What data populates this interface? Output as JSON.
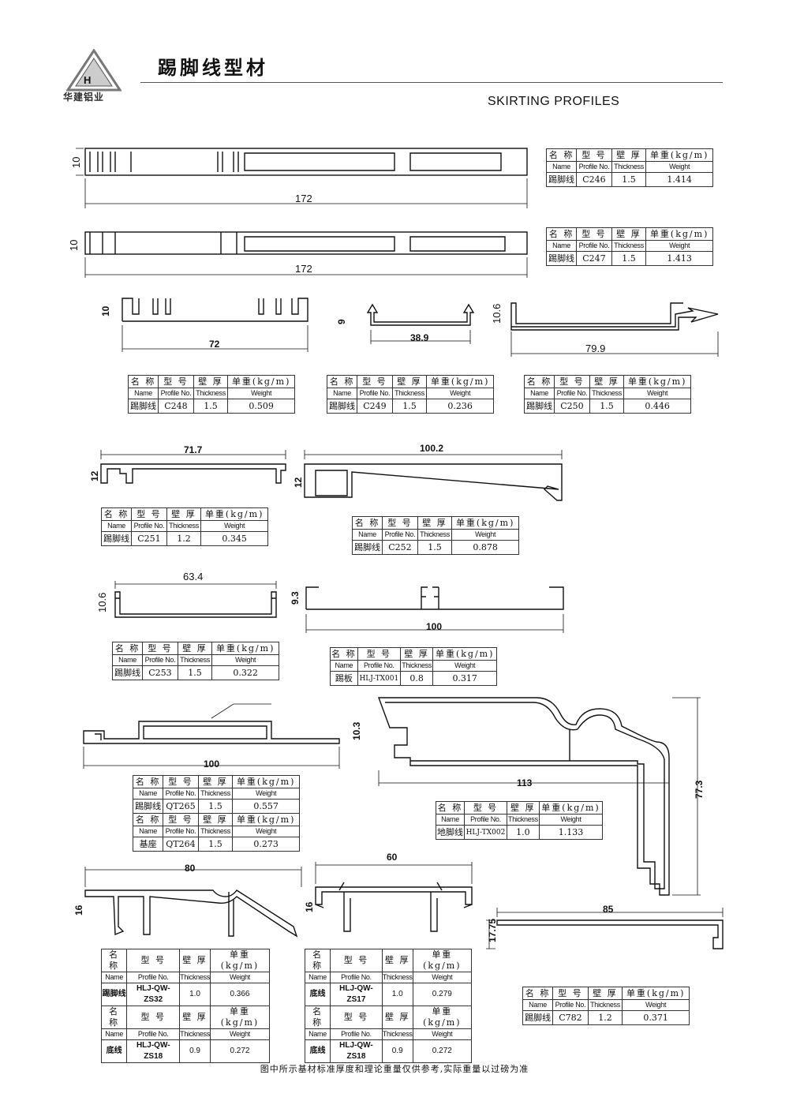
{
  "header": {
    "title": "踢脚线型材",
    "subtitle": "SKIRTING PROFILES",
    "logo_text": "华建铝业"
  },
  "table_headers": {
    "name_cn": "名 称",
    "name_en": "Name",
    "model_cn": "型 号",
    "model_en": "Profile No.",
    "thick_cn": "壁 厚",
    "thick_en": "Thickness",
    "weight_cn": "单重(kg/m)",
    "weight_en": "Weight"
  },
  "profiles": [
    {
      "name": "踢脚线",
      "model": "C246",
      "thickness": "1.5",
      "weight": "1.414",
      "dims": [
        "10",
        "172"
      ]
    },
    {
      "name": "踢脚线",
      "model": "C247",
      "thickness": "1.5",
      "weight": "1.413",
      "dims": [
        "10",
        "172"
      ]
    },
    {
      "name": "踢脚线",
      "model": "C248",
      "thickness": "1.5",
      "weight": "0.509",
      "dims": [
        "10",
        "72"
      ]
    },
    {
      "name": "踢脚线",
      "model": "C249",
      "thickness": "1.5",
      "weight": "0.236",
      "dims": [
        "9",
        "38.9"
      ]
    },
    {
      "name": "踢脚线",
      "model": "C250",
      "thickness": "1.5",
      "weight": "0.446",
      "dims": [
        "10.6",
        "79.9"
      ]
    },
    {
      "name": "踢脚线",
      "model": "C251",
      "thickness": "1.2",
      "weight": "0.345",
      "dims": [
        "71.7",
        "12"
      ]
    },
    {
      "name": "踢脚线",
      "model": "C252",
      "thickness": "1.5",
      "weight": "0.878",
      "dims": [
        "100.2",
        "12"
      ]
    },
    {
      "name": "踢脚线",
      "model": "C253",
      "thickness": "1.5",
      "weight": "0.322",
      "dims": [
        "63.4",
        "10.6"
      ]
    },
    {
      "name": "踢板",
      "model": "HLJ-TX001",
      "thickness": "0.8",
      "weight": "0.317",
      "dims": [
        "9.3",
        "100"
      ]
    },
    {
      "name": "踢脚线",
      "model": "QT265",
      "thickness": "1.5",
      "weight": "0.557",
      "dims": [
        "100",
        "10.3"
      ]
    },
    {
      "name": "基座",
      "model": "QT264",
      "thickness": "1.5",
      "weight": "0.273"
    },
    {
      "name": "地脚线",
      "model": "HLJ-TX002",
      "thickness": "1.0",
      "weight": "1.133",
      "dims": [
        "113",
        "77.3"
      ]
    },
    {
      "name": "踢脚线",
      "model": "HLJ-QW-ZS32",
      "thickness": "1.0",
      "weight": "0.366",
      "dims": [
        "80",
        "16"
      ]
    },
    {
      "name": "底线",
      "model": "HLJ-QW-ZS18",
      "thickness": "0.9",
      "weight": "0.272"
    },
    {
      "name": "底线",
      "model": "HLJ-QW-ZS17",
      "thickness": "1.0",
      "weight": "0.279",
      "dims": [
        "60",
        "16"
      ]
    },
    {
      "name": "底线",
      "model": "HLJ-QW-ZS18",
      "thickness": "0.9",
      "weight": "0.272"
    },
    {
      "name": "踢脚线",
      "model": "C782",
      "thickness": "1.2",
      "weight": "0.371",
      "dims": [
        "85",
        "17.75"
      ]
    }
  ],
  "footer": "图中所示基材标准厚度和理论重量仅供参考,实际重量以过磅为准"
}
